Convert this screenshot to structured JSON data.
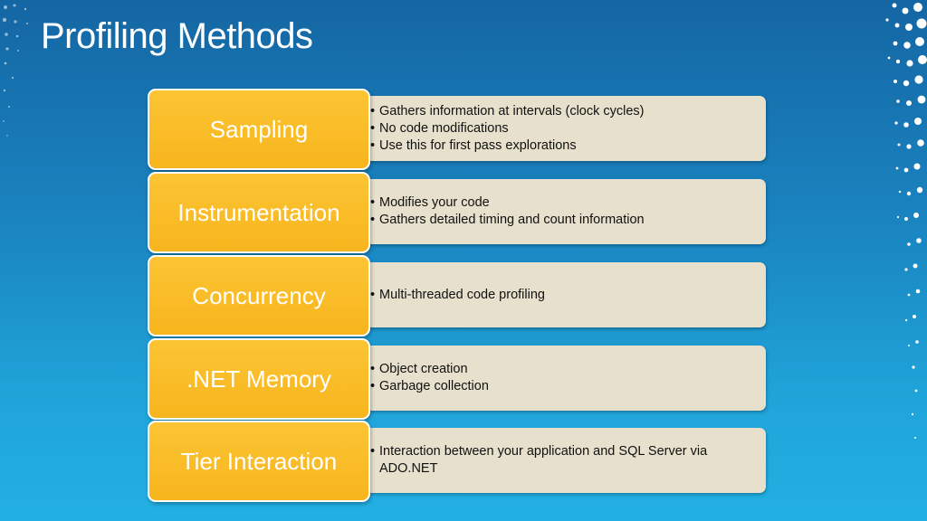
{
  "title": "Profiling Methods",
  "methods": [
    {
      "name": "Sampling",
      "bullets": [
        "Gathers information at intervals (clock cycles)",
        "No code modifications",
        "Use this for first pass explorations"
      ]
    },
    {
      "name": "Instrumentation",
      "bullets": [
        "Modifies your code",
        "Gathers detailed timing and count information"
      ]
    },
    {
      "name": "Concurrency",
      "bullets": [
        "Multi-threaded code profiling"
      ]
    },
    {
      "name": ".NET Memory",
      "bullets": [
        "Object creation",
        "Garbage collection"
      ]
    },
    {
      "name": "Tier Interaction",
      "bullets": [
        "Interaction between your application and SQL Server via ADO.NET"
      ]
    }
  ],
  "colors": {
    "label_fill": "#f7b51d",
    "desc_fill": "#e6e0cc",
    "background": "#1a86c2"
  }
}
